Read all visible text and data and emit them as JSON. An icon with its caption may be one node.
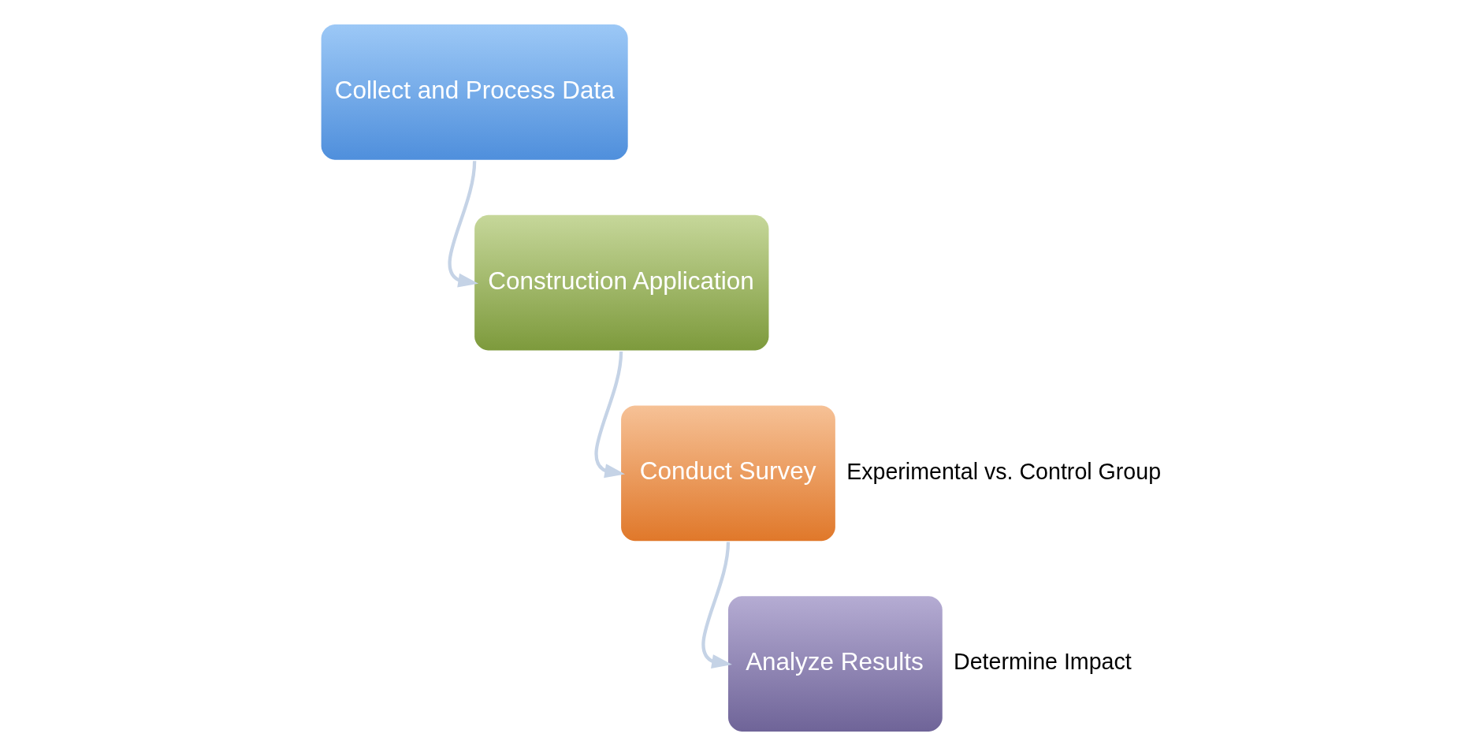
{
  "diagram": {
    "nodes": [
      {
        "text": [
          "Collect and Process Data"
        ]
      },
      {
        "text": [
          "Construction Application"
        ]
      },
      {
        "text": [
          "Conduct Survey"
        ],
        "beside": [
          "Experimental vs. Control Group"
        ]
      },
      {
        "text": [
          "Analyze Results"
        ],
        "beside": [
          "Determine Impact"
        ]
      }
    ],
    "edges": [
      {
        "from": 0,
        "to": 1,
        "arrow": "to"
      },
      {
        "from": 1,
        "to": 2,
        "arrow": "to"
      },
      {
        "from": 2,
        "to": 3,
        "arrow": "to"
      }
    ]
  }
}
